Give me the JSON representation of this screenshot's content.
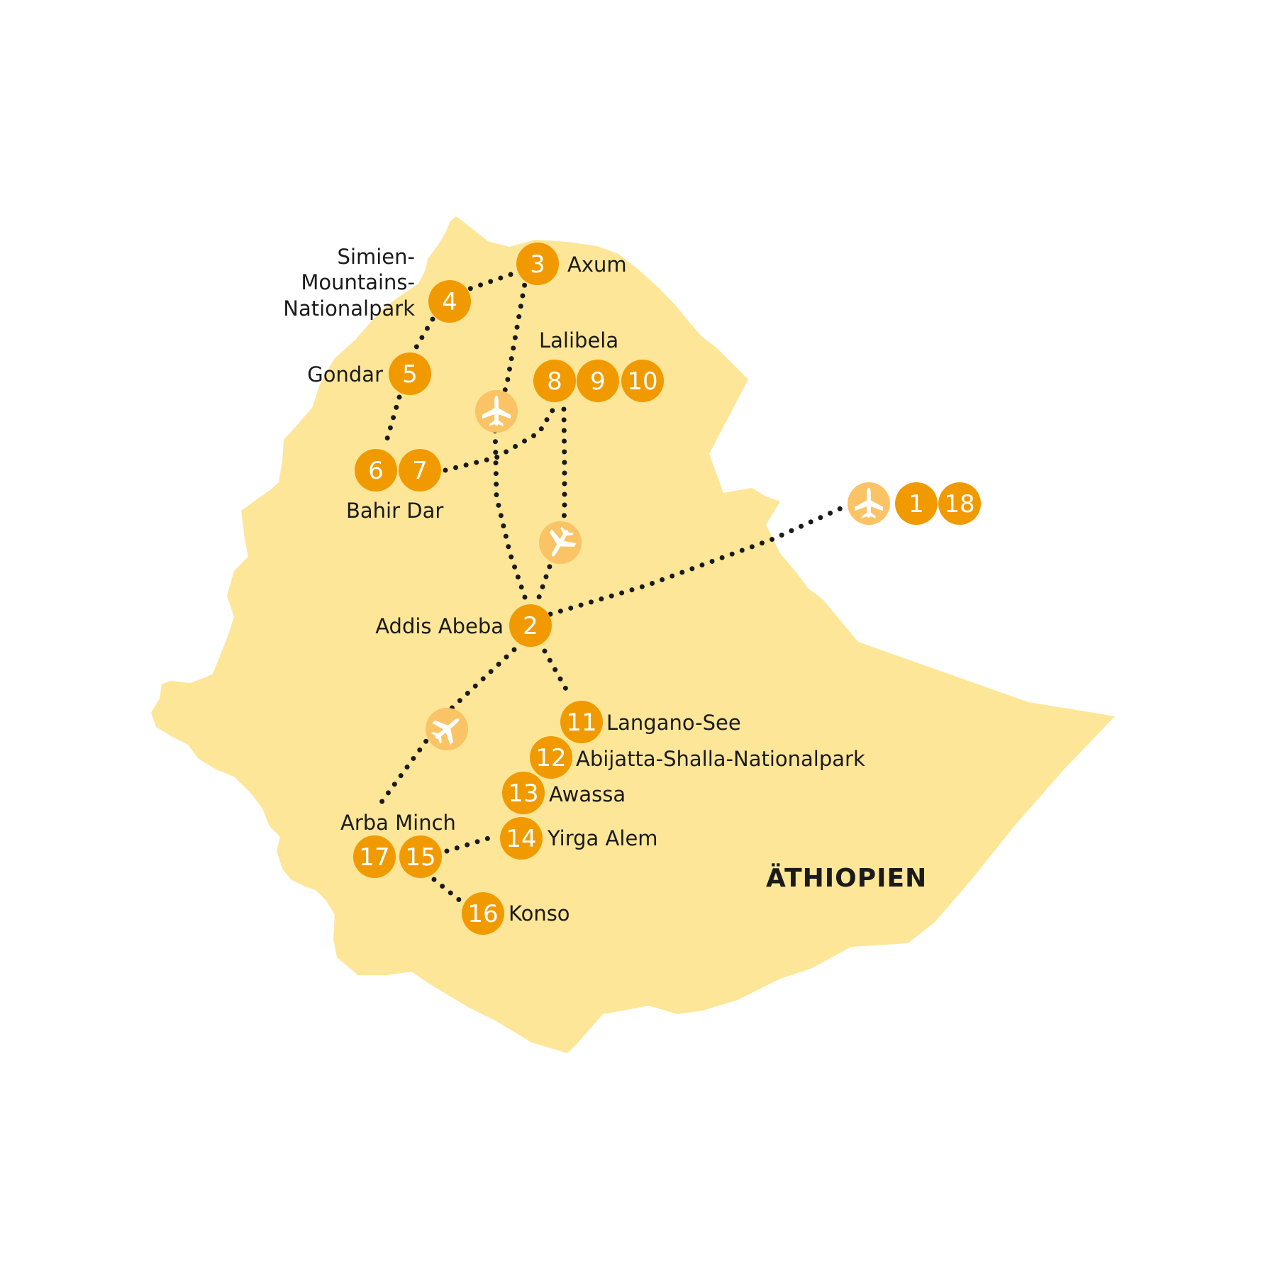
{
  "colors": {
    "land": "#fde698",
    "stop_marker": "#f09a00",
    "airport_marker": "#fac365",
    "route": "#1a1a1a",
    "text": "#1a1a1a"
  },
  "country_label": "ÄTHIOPIEN",
  "places": [
    {
      "id": "simien",
      "lines": [
        "Simien-",
        "Mountains-",
        "Nationalpark"
      ]
    },
    {
      "id": "axum",
      "lines": [
        "Axum"
      ]
    },
    {
      "id": "lalibela",
      "lines": [
        "Lalibela"
      ]
    },
    {
      "id": "gondar",
      "lines": [
        "Gondar"
      ]
    },
    {
      "id": "bahir-dar",
      "lines": [
        "Bahir Dar"
      ]
    },
    {
      "id": "addis-abeba",
      "lines": [
        "Addis Abeba"
      ]
    },
    {
      "id": "langano-see",
      "lines": [
        "Langano-See"
      ]
    },
    {
      "id": "abijatta-shalla",
      "lines": [
        "Abijatta-Shalla-Nationalpark"
      ]
    },
    {
      "id": "awassa",
      "lines": [
        "Awassa"
      ]
    },
    {
      "id": "arba-minch",
      "lines": [
        "Arba Minch"
      ]
    },
    {
      "id": "yirga-alem",
      "lines": [
        "Yirga Alem"
      ]
    },
    {
      "id": "konso",
      "lines": [
        "Konso"
      ]
    }
  ],
  "stops": [
    "1",
    "18",
    "2",
    "3",
    "4",
    "5",
    "6",
    "7",
    "8",
    "9",
    "10",
    "11",
    "12",
    "13",
    "14",
    "15",
    "16",
    "17"
  ],
  "airports": [
    {
      "id": "international",
      "icon": "airplane-icon"
    },
    {
      "id": "north",
      "icon": "airplane-icon"
    },
    {
      "id": "lalibela-flight",
      "icon": "airplane-icon"
    },
    {
      "id": "south",
      "icon": "airplane-icon"
    }
  ]
}
